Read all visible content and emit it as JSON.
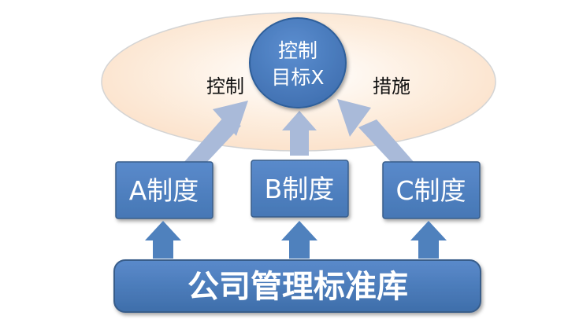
{
  "diagram": {
    "goal": {
      "line1": "控制",
      "line2": "目标X"
    },
    "left_label": "控制",
    "right_label": "措施",
    "systems": [
      {
        "label": "A制度"
      },
      {
        "label": "B制度"
      },
      {
        "label": "C制度"
      }
    ],
    "base": {
      "label": "公司管理标准库"
    }
  },
  "colors": {
    "ellipse_fill": "#FCE4D0",
    "ellipse_stroke": "#D0D0D0",
    "box_fill": "#4F81BD",
    "box_stroke": "#385D8A",
    "arrow_light": "#A7B8D8",
    "arrow_blue": "#4F81BD"
  }
}
